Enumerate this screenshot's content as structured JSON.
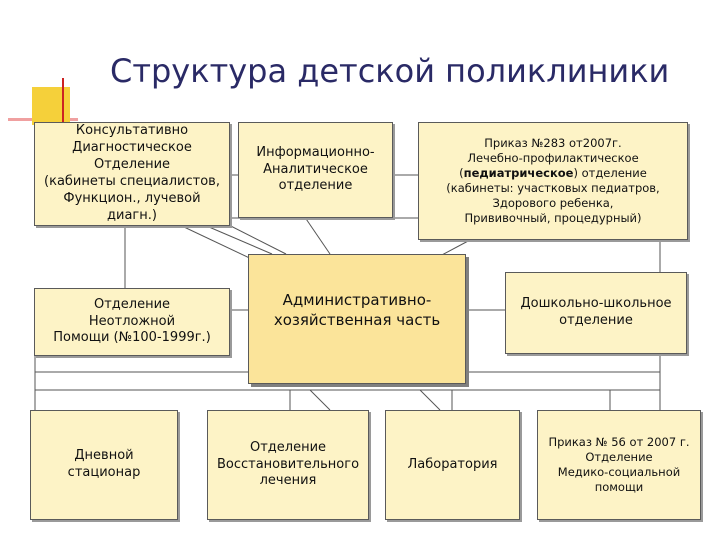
{
  "title": "Структура детской поликлиники",
  "boxes": {
    "consult": "Консультативно\nДиагностическое\nОтделение\n(кабинеты специалистов,\nФункцион., лучевой диагн.)",
    "info": "Информационно-\nАналитическое\nотделение",
    "order283": {
      "line1": "Приказ №283 от2007г.",
      "line2": "Лечебно-профилактическое",
      "open": "(",
      "bold": "педиатрическое",
      "close": ") отделение",
      "details": "(кабинеты: участковых педиатров,\nЗдорового ребенка,\nПрививочный, процедурный)"
    },
    "emergency": "Отделение\nНеотложной\nПомощи (№100-1999г.)",
    "admin": "Административно-\nхозяйственная часть",
    "preschool": "Дошкольно-школьное\nотделение",
    "dayhosp": "Дневной\nстационар",
    "rehab": "Отделение\nВосстановительного\nлечения",
    "lab": "Лаборатория",
    "medsocial": "Приказ № 56 от 2007 г.\nОтделение\nМедико-социальной\nпомощи"
  }
}
